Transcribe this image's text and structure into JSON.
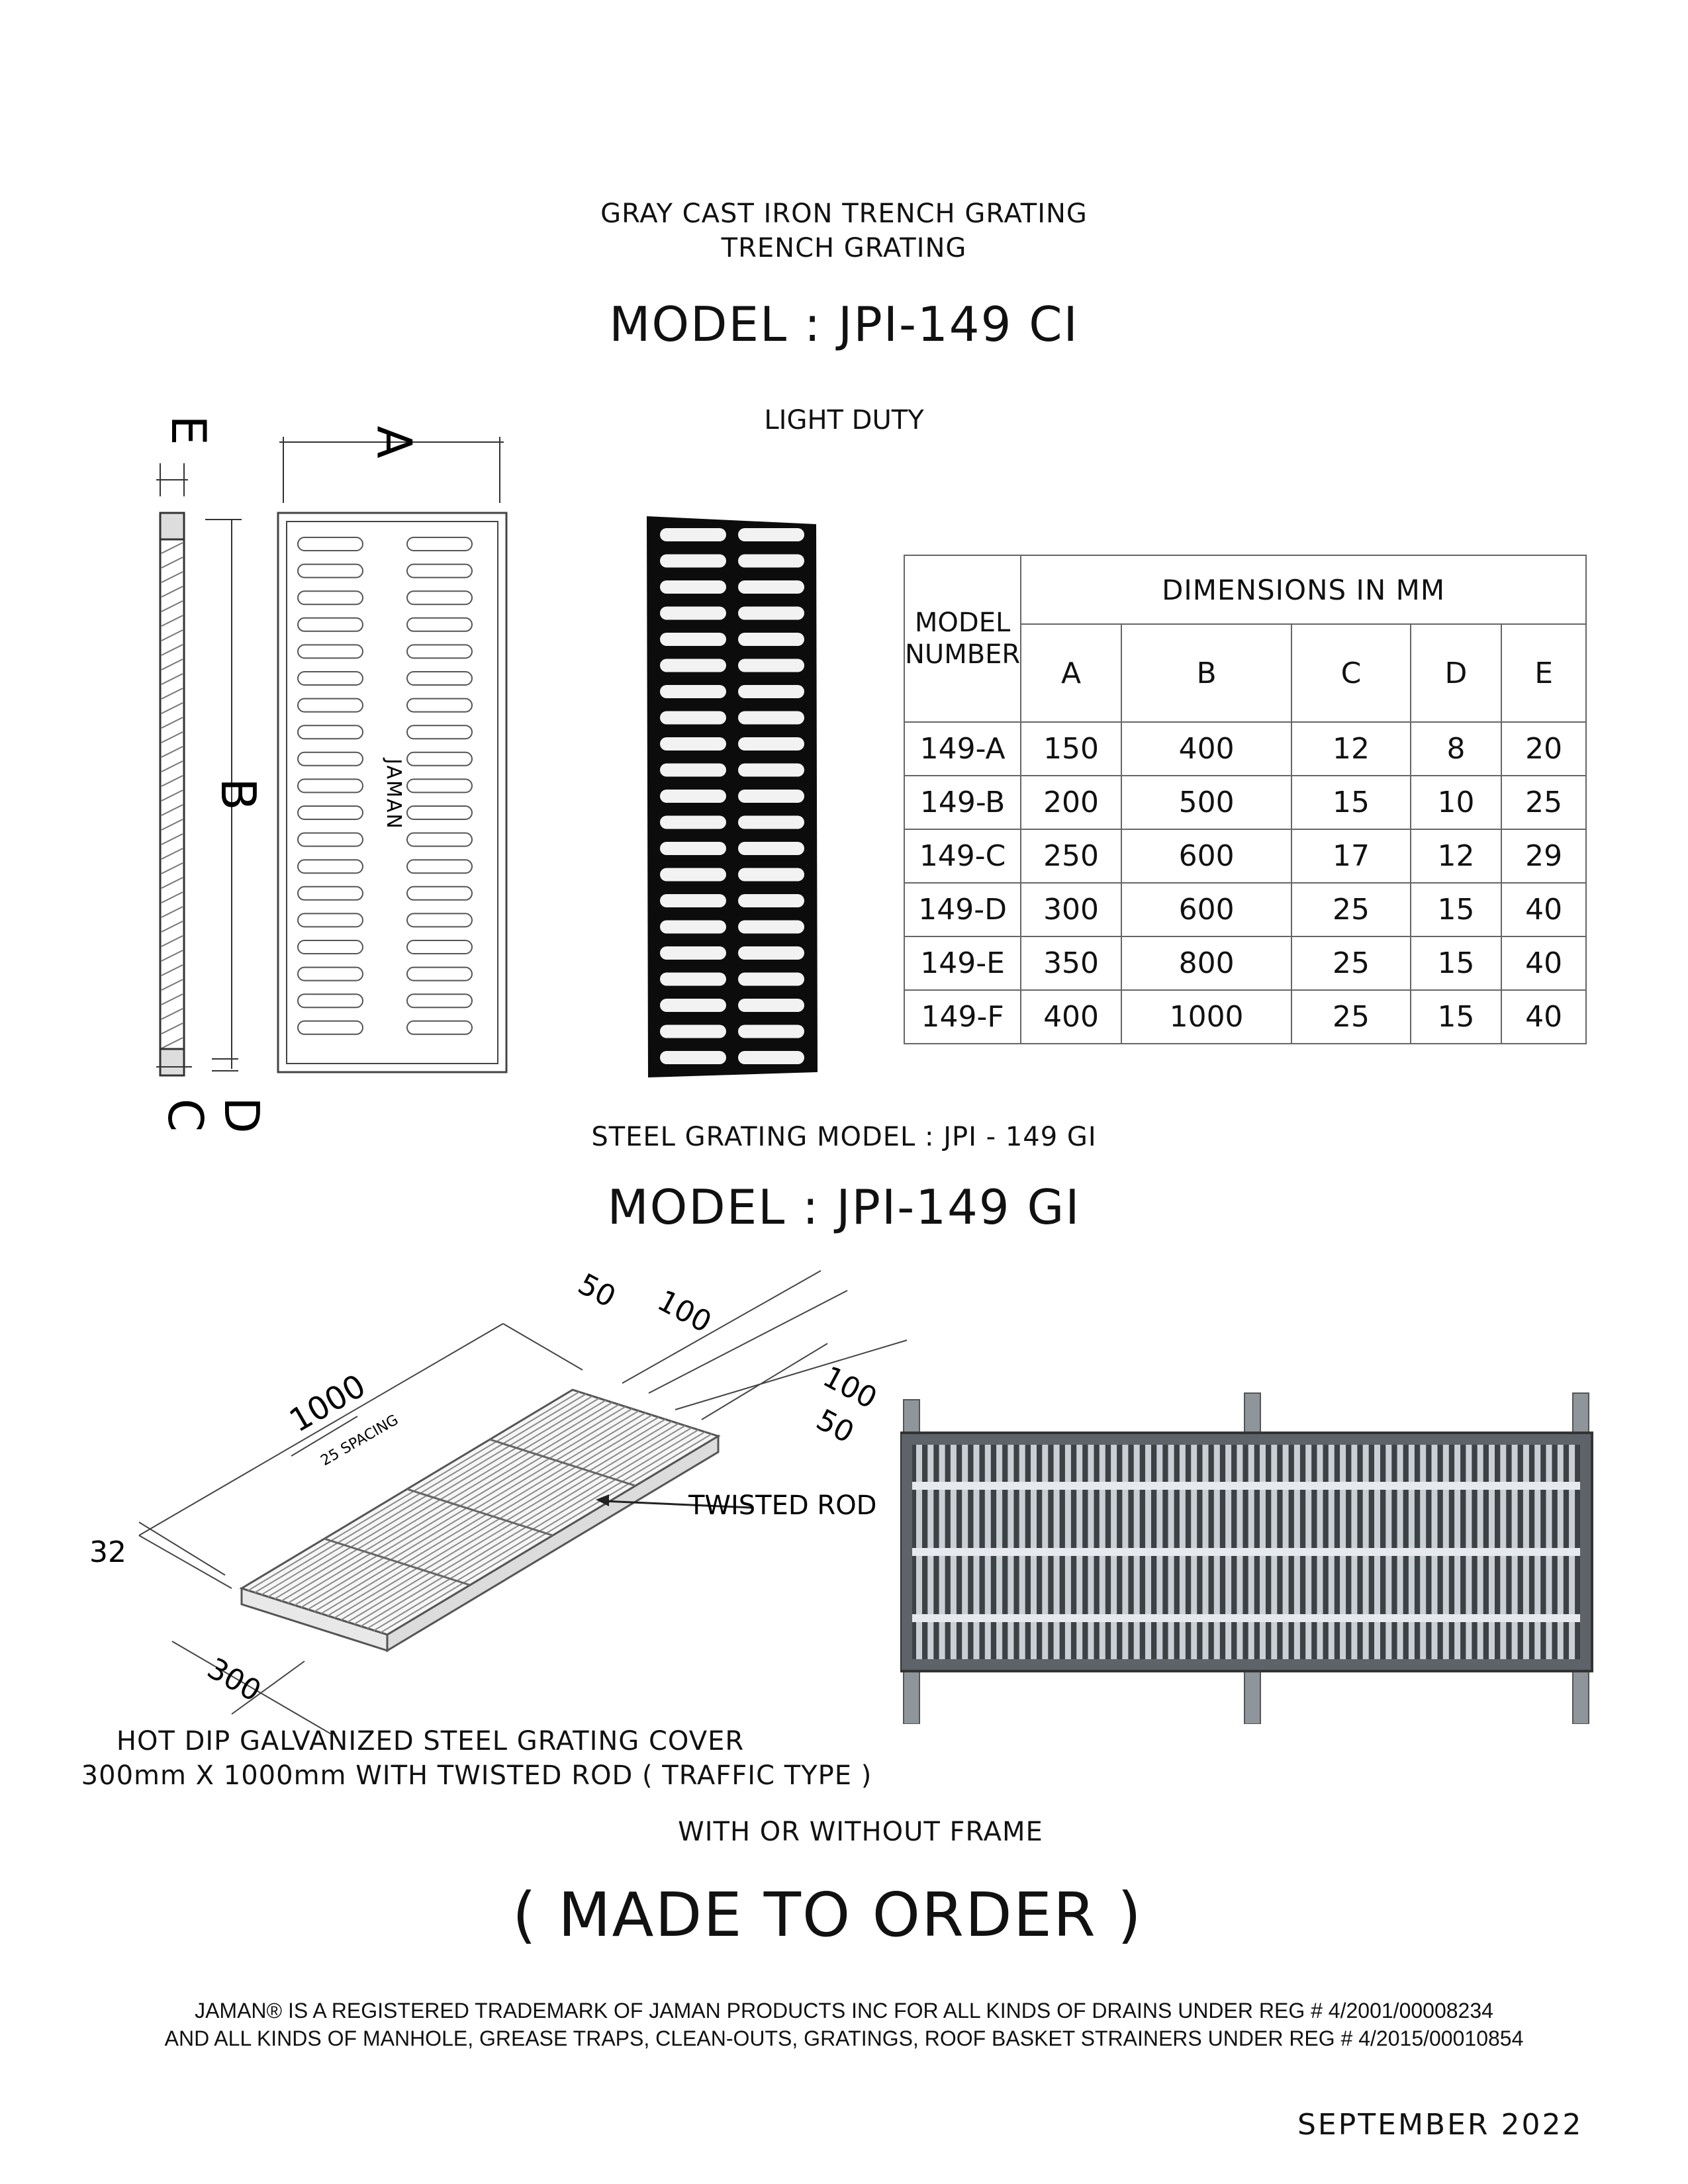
{
  "header": {
    "subtitle_1": "GRAY CAST IRON TRENCH GRATING",
    "subtitle_2": "TRENCH GRATING",
    "model_ci": "MODEL : JPI-149 CI",
    "duty": "LIGHT DUTY"
  },
  "drawing": {
    "label_a": "A",
    "label_b": "B",
    "label_c": "C",
    "label_d": "D",
    "label_e": "E",
    "brand": "JAMAN"
  },
  "table": {
    "model_header_1": "MODEL",
    "model_header_2": "NUMBER",
    "dim_header": "DIMENSIONS IN MM",
    "columns": [
      "A",
      "B",
      "C",
      "D",
      "E"
    ],
    "rows": [
      [
        "149-A",
        "150",
        "400",
        "12",
        "8",
        "20"
      ],
      [
        "149-B",
        "200",
        "500",
        "15",
        "10",
        "25"
      ],
      [
        "149-C",
        "250",
        "600",
        "17",
        "12",
        "29"
      ],
      [
        "149-D",
        "300",
        "600",
        "25",
        "15",
        "40"
      ],
      [
        "149-E",
        "350",
        "800",
        "25",
        "15",
        "40"
      ],
      [
        "149-F",
        "400",
        "1000",
        "25",
        "15",
        "40"
      ]
    ]
  },
  "steel": {
    "label": "STEEL GRATING MODEL : JPI - 149 GI",
    "model_gi": "MODEL : JPI-149 GI",
    "dim_50_top": "50",
    "dim_100_top": "100",
    "dim_100_right": "100",
    "dim_50_right": "50",
    "dim_1000": "1000",
    "spacing": "25 SPACING",
    "twisted_rod": "TWISTED ROD",
    "dim_32": "32",
    "dim_300": "300",
    "desc_1": "HOT DIP GALVANIZED STEEL GRATING COVER",
    "desc_2": "300mm X 1000mm WITH TWISTED ROD ( TRAFFIC TYPE )",
    "frame": "WITH OR WITHOUT FRAME",
    "made_to_order": "( MADE TO ORDER )"
  },
  "footer": {
    "trademark_1": "JAMAN® IS A REGISTERED TRADEMARK OF JAMAN PRODUCTS INC FOR ALL KINDS OF DRAINS UNDER REG # 4/2001/00008234",
    "trademark_2": "AND ALL KINDS OF MANHOLE, GREASE TRAPS, CLEAN-OUTS, GRATINGS, ROOF BASKET STRAINERS UNDER REG # 4/2015/00010854",
    "date": "SEPTEMBER 2022"
  }
}
